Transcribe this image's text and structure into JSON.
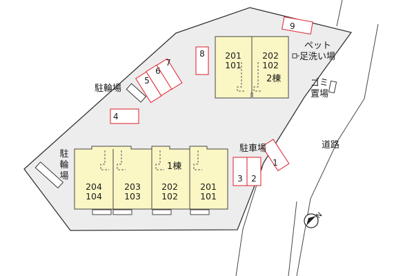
{
  "colors": {
    "lot_fill": "#ededed",
    "building_fill": "#fbf7c5",
    "parking_outline": "#e0303a",
    "outline": "#333333"
  },
  "labels": {
    "bicycle_parking_top": "駐輪場",
    "bicycle_parking_left": [
      "駐",
      "輪",
      "場"
    ],
    "parking_lot": "駐車場",
    "pet_wash": [
      "ペット",
      "足洗い場"
    ],
    "garbage": [
      "ゴミ",
      "置場"
    ],
    "road": "道路",
    "compass": "N"
  },
  "buildings": {
    "bldg2": {
      "name": "2棟",
      "units": [
        {
          "upper": "201",
          "lower": "101"
        },
        {
          "upper": "202",
          "lower": "102"
        }
      ]
    },
    "bldg1": {
      "name": "1棟",
      "units": [
        {
          "upper": "204",
          "lower": "104"
        },
        {
          "upper": "203",
          "lower": "103"
        },
        {
          "upper": "202",
          "lower": "102"
        },
        {
          "upper": "201",
          "lower": "101"
        }
      ]
    }
  },
  "parking_spaces": [
    "1",
    "2",
    "3",
    "4",
    "5",
    "6",
    "7",
    "8",
    "9"
  ],
  "icons": {
    "pet_wash": "faucet-icon",
    "garbage": "garbage-bin-icon",
    "compass": "north-arrow-icon"
  }
}
